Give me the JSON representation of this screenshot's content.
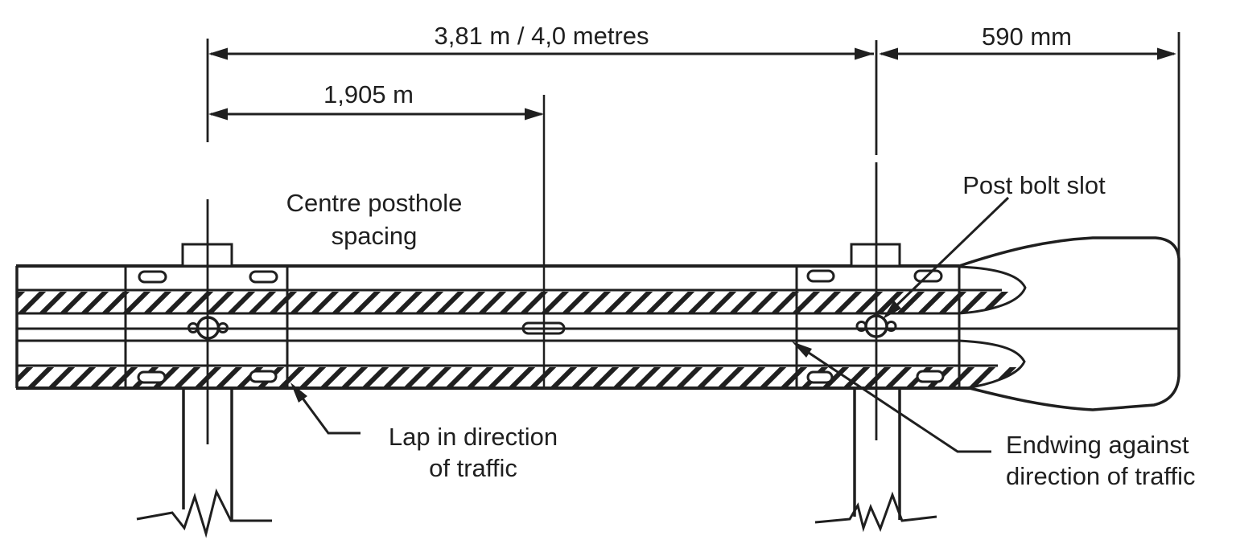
{
  "drawing": {
    "background": "#ffffff",
    "line_color": "#1f1f1f",
    "dimensions": {
      "overall": "3,81 m / 4,0 metres",
      "half_spacing": "1,905 m",
      "endwing": "590 mm"
    },
    "labels": {
      "centre_posthole": {
        "line1": "Centre posthole",
        "line2": "spacing"
      },
      "post_bolt_slot": "Post bolt slot",
      "lap": {
        "line1": "Lap in direction",
        "line2": "of traffic"
      },
      "endwing": {
        "line1": "Endwing against",
        "line2": "direction of traffic"
      }
    }
  }
}
